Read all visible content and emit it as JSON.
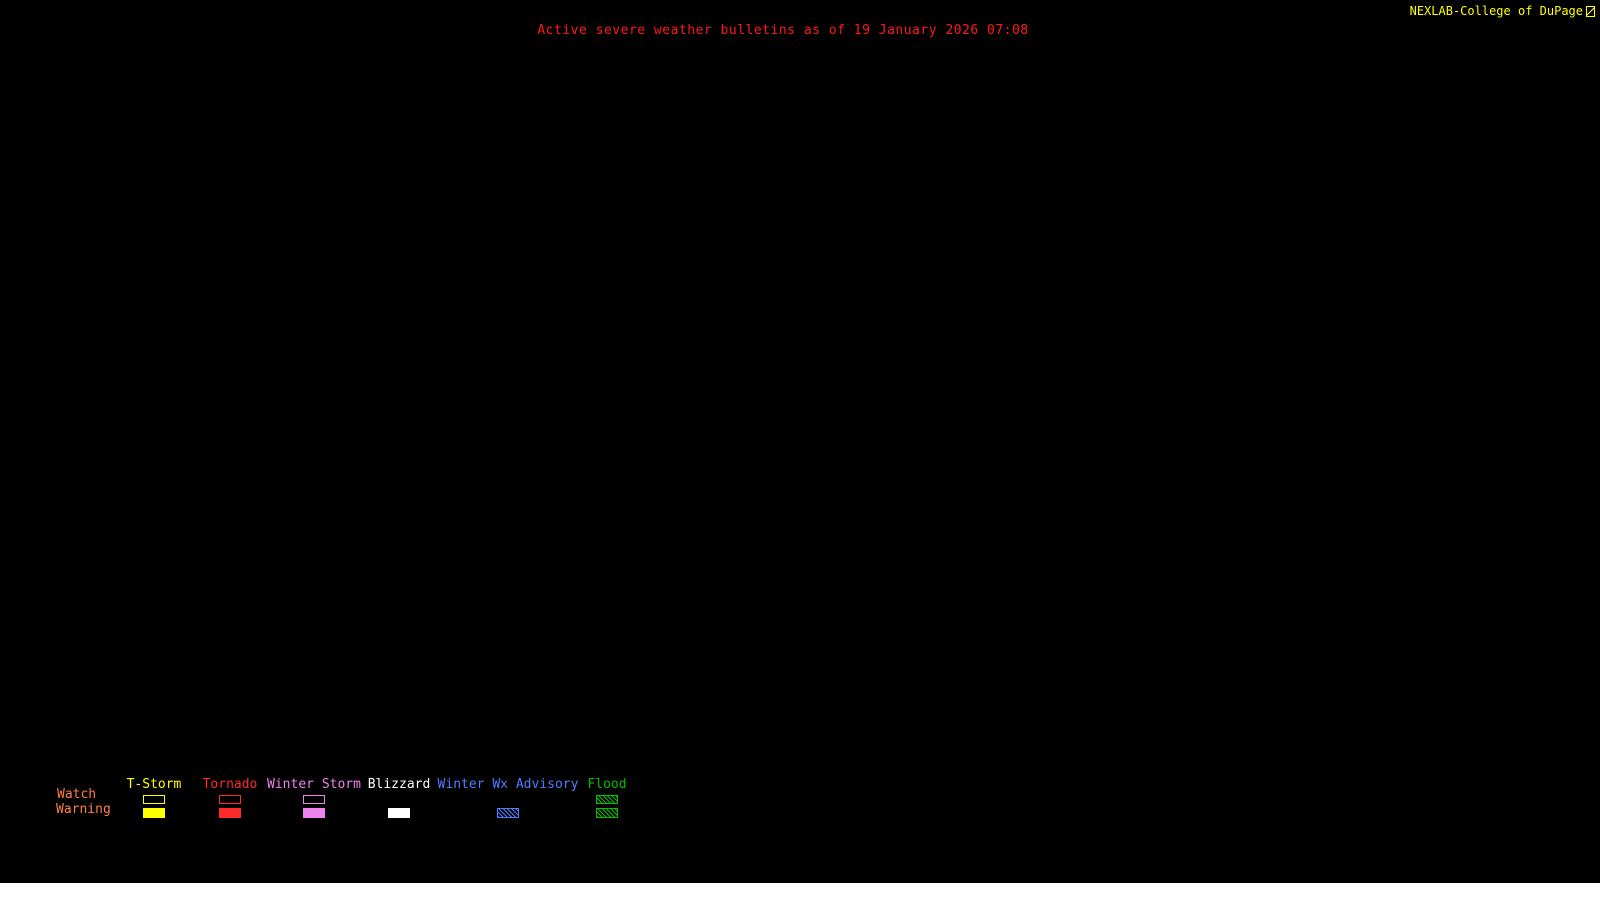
{
  "header": {
    "title": "Active severe weather bulletins as of 19 January 2026 07:08",
    "source": "NEXLAB-College of DuPage"
  },
  "legend": {
    "watch_label": "Watch",
    "warning_label": "Warning",
    "columns": [
      {
        "label": "T-Storm",
        "color": "#ffff00",
        "watch": "outline",
        "warning": "fill"
      },
      {
        "label": "Tornado",
        "color": "#ff2a2a",
        "watch": "outline",
        "warning": "fill"
      },
      {
        "label": "Winter Storm",
        "color": "#ee82ee",
        "watch": "outline",
        "warning": "fill"
      },
      {
        "label": "Blizzard",
        "color": "#ffffff",
        "watch": "none",
        "warning": "fill"
      },
      {
        "label": "Winter Wx Advisory",
        "color": "#4f7dff",
        "watch": "none",
        "warning": "hatch"
      },
      {
        "label": "Flood",
        "color": "#00c000",
        "watch": "hatch",
        "warning": "hatch"
      }
    ]
  },
  "colors": {
    "background": "#000000",
    "title_text": "#ff1a1a",
    "source_text": "#ffff00",
    "row_label_text": "#ff8040"
  }
}
